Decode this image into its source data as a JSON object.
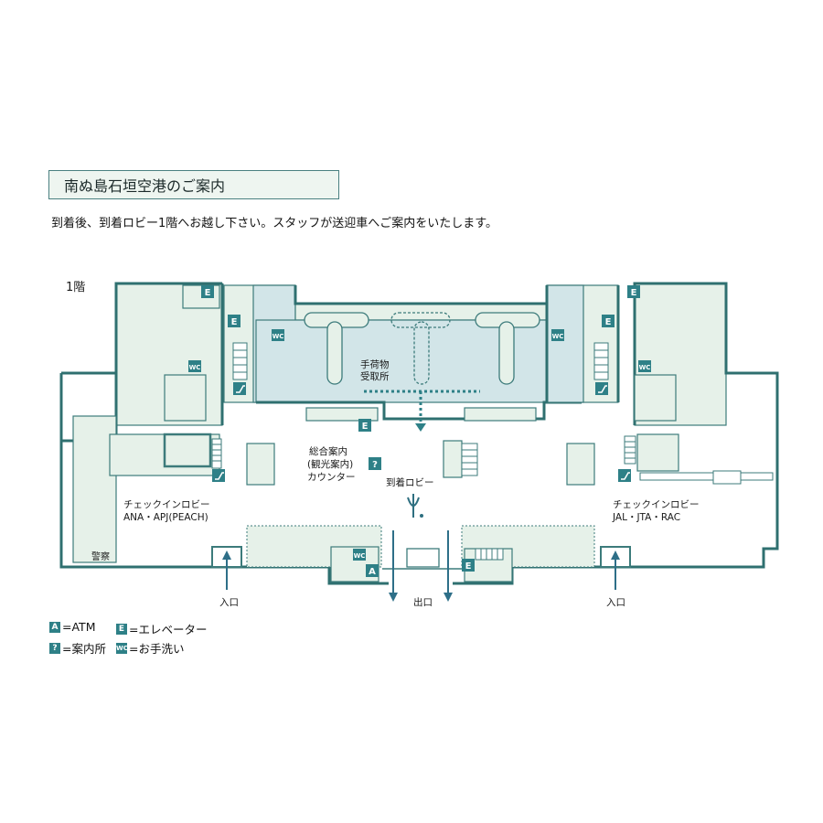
{
  "header": {
    "title": "南ぬ島石垣空港のご案内",
    "instruction": "到着後、到着ロビー1階へお越し下さい。スタッフが送迎車へご案内をいたします。"
  },
  "map": {
    "floor": "1階",
    "labels": {
      "baggage_line1": "手荷物",
      "baggage_line2": "受取所",
      "info_line1": "総合案内",
      "info_line2": "(観光案内)",
      "info_line3": "カウンター",
      "arrival_lobby": "到着ロビー",
      "checkin_left_line1": "チェックインロビー",
      "checkin_left_line2": "ANA・APJ(PEACH)",
      "checkin_right_line1": "チェックインロビー",
      "checkin_right_line2": "JAL・JTA・RAC",
      "police": "警察",
      "entrance_left": "入口",
      "entrance_right": "入口",
      "exit": "出口"
    },
    "badges": {
      "atm": "A",
      "elevator": "E",
      "info": "?",
      "wc": "WC"
    },
    "colors": {
      "wall": "#2f7070",
      "room": "#e6f1e9",
      "baggage": "#d2e5e8",
      "badge": "#2e8087"
    }
  },
  "legend": [
    {
      "badge": "A",
      "text": "=ATM"
    },
    {
      "badge": "E",
      "text": "=エレベーター"
    },
    {
      "badge": "?",
      "text": "=案内所"
    },
    {
      "badge": "WC",
      "text": "=お手洗い"
    }
  ]
}
